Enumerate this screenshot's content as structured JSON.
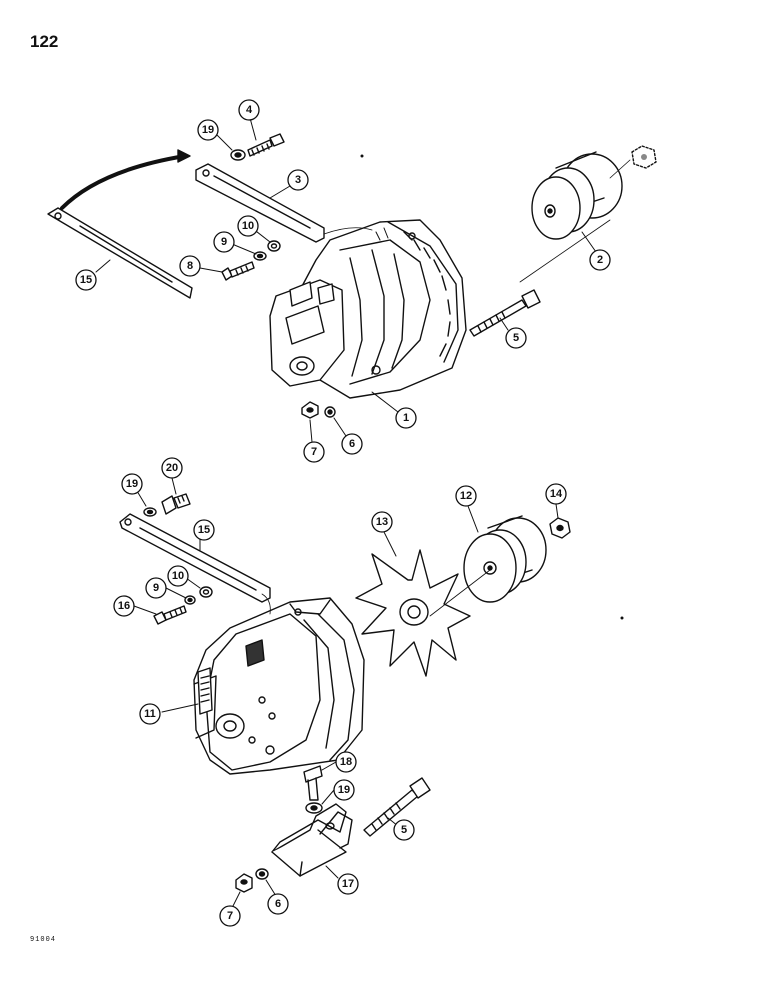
{
  "page": {
    "number": "122",
    "footer_code": "91004"
  },
  "callouts": [
    "19",
    "4",
    "3",
    "2",
    "10",
    "9",
    "8",
    "15",
    "5",
    "1",
    "6",
    "7",
    "20",
    "19",
    "12",
    "14",
    "13",
    "15",
    "10",
    "9",
    "16",
    "11",
    "18",
    "19",
    "5",
    "17",
    "6",
    "7"
  ]
}
